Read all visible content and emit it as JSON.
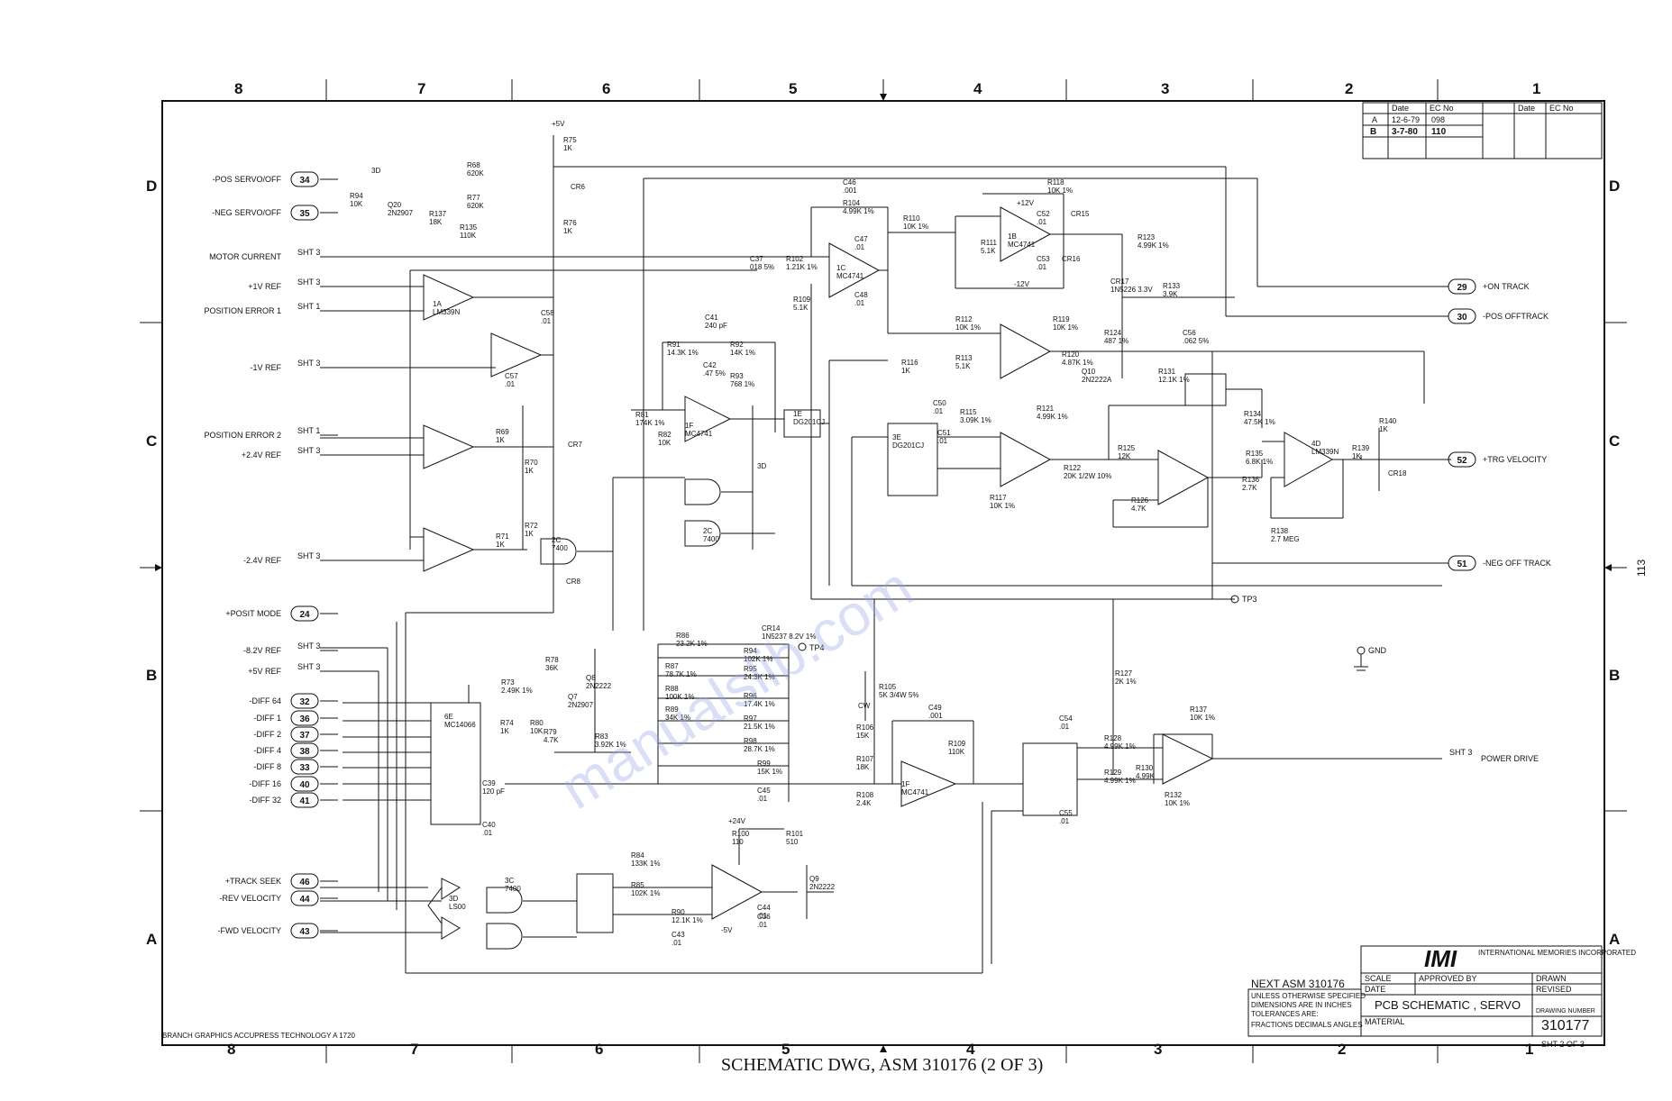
{
  "zones": {
    "top": [
      "8",
      "7",
      "6",
      "5",
      "4",
      "3",
      "2",
      "1"
    ],
    "bottom": [
      "8",
      "7",
      "6",
      "5",
      "4",
      "3",
      "2",
      "1"
    ],
    "left": [
      "D",
      "C",
      "B",
      "A"
    ],
    "right": [
      "D",
      "C",
      "B",
      "A"
    ]
  },
  "revision_block": {
    "headers": [
      "Date",
      "EC No"
    ],
    "rows": [
      {
        "rev": "A",
        "date": "12-6-79",
        "ec": "098"
      },
      {
        "rev": "B",
        "date": "3-7-80",
        "ec": "110"
      }
    ]
  },
  "inputs": [
    {
      "label": "-POS SERVO/OFF",
      "pin": "34"
    },
    {
      "label": "-NEG SERVO/OFF",
      "pin": "35"
    },
    {
      "label": "MOTOR CURRENT",
      "ref": "SHT 3"
    },
    {
      "label": "+1V REF",
      "ref": "SHT 3"
    },
    {
      "label": "POSITION ERROR 1",
      "ref": "SHT 1"
    },
    {
      "label": "-1V REF",
      "ref": "SHT 3"
    },
    {
      "label": "POSITION ERROR 2",
      "ref": "SHT 1"
    },
    {
      "label": "+2.4V REF",
      "ref": "SHT 3"
    },
    {
      "label": "-2.4V REF",
      "ref": "SHT 3"
    },
    {
      "label": "+POSIT MODE",
      "pin": "24"
    },
    {
      "label": "-8.2V REF",
      "ref": "SHT 3"
    },
    {
      "label": "+5V REF",
      "ref": "SHT 3"
    },
    {
      "label": "-DIFF 64",
      "pin": "32"
    },
    {
      "label": "-DIFF 1",
      "pin": "36"
    },
    {
      "label": "-DIFF 2",
      "pin": "37"
    },
    {
      "label": "-DIFF 4",
      "pin": "38"
    },
    {
      "label": "-DIFF 8",
      "pin": "33"
    },
    {
      "label": "-DIFF 16",
      "pin": "40"
    },
    {
      "label": "-DIFF 32",
      "pin": "41"
    },
    {
      "label": "+TRACK SEEK",
      "pin": "46"
    },
    {
      "label": "-REV VELOCITY",
      "pin": "44"
    },
    {
      "label": "-FWD VELOCITY",
      "pin": "43"
    }
  ],
  "outputs": [
    {
      "label": "+ON TRACK",
      "pin": "29"
    },
    {
      "label": "-POS OFFTRACK",
      "pin": "30"
    },
    {
      "label": "+TRG VELOCITY",
      "pin": "52"
    },
    {
      "label": "-NEG OFF TRACK",
      "pin": "51"
    },
    {
      "label": "POWER DRIVE",
      "ref": "SHT 3"
    }
  ],
  "testpoints": [
    "TP3",
    "TP4",
    "GND"
  ],
  "components": [
    {
      "ref": "R75",
      "value": "1K"
    },
    {
      "ref": "R76",
      "value": "1K"
    },
    {
      "ref": "CR6",
      "value": ""
    },
    {
      "ref": "R68",
      "value": "620K"
    },
    {
      "ref": "R77",
      "value": "620K"
    },
    {
      "ref": "R94",
      "value": "10K"
    },
    {
      "ref": "Q20",
      "value": "2N2907"
    },
    {
      "ref": "R137",
      "value": "18K"
    },
    {
      "ref": "R135",
      "value": "110K"
    },
    {
      "ref": "3D",
      "value": ""
    },
    {
      "ref": "1A",
      "value": "LM339N"
    },
    {
      "ref": "C46",
      "value": ".001"
    },
    {
      "ref": "R104",
      "value": "4.99K 1%"
    },
    {
      "ref": "R110",
      "value": "10K 1%"
    },
    {
      "ref": "R118",
      "value": "10K 1%"
    },
    {
      "ref": "C37",
      "value": "018 5%"
    },
    {
      "ref": "R102",
      "value": "1.21K 1%"
    },
    {
      "ref": "1C",
      "value": "MC4741"
    },
    {
      "ref": "C47",
      "value": ".01"
    },
    {
      "ref": "C48",
      "value": ".01"
    },
    {
      "ref": "R109",
      "value": "5.1K"
    },
    {
      "ref": "1B",
      "value": "MC4741"
    },
    {
      "ref": "R111",
      "value": "5.1K"
    },
    {
      "ref": "C52",
      "value": ".01"
    },
    {
      "ref": "C53",
      "value": ".01"
    },
    {
      "ref": "CR15",
      "value": ""
    },
    {
      "ref": "CR16",
      "value": ""
    },
    {
      "ref": "R123",
      "value": "4.99K 1%"
    },
    {
      "ref": "CR17",
      "value": "1N5226 3.3V"
    },
    {
      "ref": "R133",
      "value": "3.9K"
    },
    {
      "ref": "R112",
      "value": "10K 1%"
    },
    {
      "ref": "R119",
      "value": "10K 1%"
    },
    {
      "ref": "R124",
      "value": "487 1%"
    },
    {
      "ref": "R113",
      "value": "5.1K"
    },
    {
      "ref": "R120",
      "value": "4.87K 1%"
    },
    {
      "ref": "C56",
      "value": ".062 5%"
    },
    {
      "ref": "Q10",
      "value": "2N2222A"
    },
    {
      "ref": "R131",
      "value": "12.1K 1%"
    },
    {
      "ref": "R116",
      "value": "1K"
    },
    {
      "ref": "C41",
      "value": "240 pF"
    },
    {
      "ref": "R91",
      "value": "14.3K 1%"
    },
    {
      "ref": "R92",
      "value": "14K 1%"
    },
    {
      "ref": "C42",
      "value": ".47 5%"
    },
    {
      "ref": "R93",
      "value": "768 1%"
    },
    {
      "ref": "R81",
      "value": "174K 1%"
    },
    {
      "ref": "R82",
      "value": "10K"
    },
    {
      "ref": "1F",
      "value": "MC4741"
    },
    {
      "ref": "1E",
      "value": "DG201CJ"
    },
    {
      "ref": "C57",
      "value": ".01"
    },
    {
      "ref": "C58",
      "value": ".01"
    },
    {
      "ref": "R69",
      "value": "1K"
    },
    {
      "ref": "R70",
      "value": "1K"
    },
    {
      "ref": "CR7",
      "value": ""
    },
    {
      "ref": "R71",
      "value": "1K"
    },
    {
      "ref": "R72",
      "value": "1K"
    },
    {
      "ref": "2C",
      "value": "7400"
    },
    {
      "ref": "CR8",
      "value": ""
    },
    {
      "ref": "3D",
      "value": ""
    },
    {
      "ref": "2C",
      "value": "7400"
    },
    {
      "ref": "R134",
      "value": "47.5K 1%"
    },
    {
      "ref": "R136",
      "value": "2.7K"
    },
    {
      "ref": "R135",
      "value": "6.8K 1%"
    },
    {
      "ref": "R138",
      "value": "2.7 MEG"
    },
    {
      "ref": "4D",
      "value": "LM339N"
    },
    {
      "ref": "R139",
      "value": "1K"
    },
    {
      "ref": "R140",
      "value": "1K"
    },
    {
      "ref": "CR18",
      "value": ""
    },
    {
      "ref": "R125",
      "value": "12K"
    },
    {
      "ref": "R126",
      "value": "4.7K"
    },
    {
      "ref": "R121",
      "value": "4.99K 1%"
    },
    {
      "ref": "R122",
      "value": "20K 1/2W 10%"
    },
    {
      "ref": "R115",
      "value": "3.09K 1%"
    },
    {
      "ref": "C50",
      "value": ".01"
    },
    {
      "ref": "C51",
      "value": ".01"
    },
    {
      "ref": "R117",
      "value": "10K 1%"
    },
    {
      "ref": "3E",
      "value": "DG201CJ"
    },
    {
      "ref": "R86",
      "value": "23.2K 1%"
    },
    {
      "ref": "CR14",
      "value": "1N5237 8.2V 1%"
    },
    {
      "ref": "R78",
      "value": "36K"
    },
    {
      "ref": "Q8",
      "value": "2N2222"
    },
    {
      "ref": "Q7",
      "value": "2N2907"
    },
    {
      "ref": "R94",
      "value": "102K 1%"
    },
    {
      "ref": "R95",
      "value": "24.3K 1%"
    },
    {
      "ref": "R96",
      "value": "17.4K 1%"
    },
    {
      "ref": "R97",
      "value": "21.5K 1%"
    },
    {
      "ref": "R98",
      "value": "28.7K 1%"
    },
    {
      "ref": "R99",
      "value": "15K 1%"
    },
    {
      "ref": "R87",
      "value": "78.7K 1%"
    },
    {
      "ref": "R88",
      "value": "100K 1%"
    },
    {
      "ref": "R89",
      "value": "34K 1%"
    },
    {
      "ref": "R73",
      "value": "2.49K 1%"
    },
    {
      "ref": "R74",
      "value": "1K"
    },
    {
      "ref": "R79",
      "value": "4.7K"
    },
    {
      "ref": "R80",
      "value": "10K"
    },
    {
      "ref": "R83",
      "value": "3.92K 1%"
    },
    {
      "ref": "6E",
      "value": "MC14066"
    },
    {
      "ref": "C39",
      "value": "120 pF"
    },
    {
      "ref": "C40",
      "value": ".01"
    },
    {
      "ref": "R105",
      "value": "5K 3/4W 5%"
    },
    {
      "ref": "C49",
      "value": ".001"
    },
    {
      "ref": "R106",
      "value": "15K"
    },
    {
      "ref": "R107",
      "value": "18K"
    },
    {
      "ref": "R108",
      "value": "2.4K"
    },
    {
      "ref": "R109",
      "value": "110K"
    },
    {
      "ref": "1F",
      "value": "MC4741"
    },
    {
      "ref": "R127",
      "value": "2K 1%"
    },
    {
      "ref": "C54",
      "value": ".01"
    },
    {
      "ref": "C55",
      "value": ".01"
    },
    {
      "ref": "R128",
      "value": "4.99K 1%"
    },
    {
      "ref": "R129",
      "value": "4.99K 1%"
    },
    {
      "ref": "R130",
      "value": "4.99K"
    },
    {
      "ref": "R132",
      "value": "10K 1%"
    },
    {
      "ref": "R137",
      "value": "10K 1%"
    },
    {
      "ref": "C45",
      "value": ".01"
    },
    {
      "ref": "C43",
      "value": ".01"
    },
    {
      "ref": "C44",
      "value": ".01"
    },
    {
      "ref": "R84",
      "value": "133K 1%"
    },
    {
      "ref": "R85",
      "value": "102K 1%"
    },
    {
      "ref": "R90",
      "value": "12.1K 1%"
    },
    {
      "ref": "R100",
      "value": "110"
    },
    {
      "ref": "R101",
      "value": "510"
    },
    {
      "ref": "Q9",
      "value": "2N2222"
    },
    {
      "ref": "C36",
      "value": ".01"
    },
    {
      "ref": "3C",
      "value": "7400"
    },
    {
      "ref": "3D",
      "value": "LS00"
    }
  ],
  "supplies": [
    "+5V",
    "+12V",
    "-12V",
    "+24V",
    "-5V",
    "CW"
  ],
  "title_block": {
    "logo": "IMI",
    "company": "INTERNATIONAL MEMORIES INCORPORATED",
    "next_asm": "NEXT ASM 310176",
    "notes": [
      "UNLESS OTHERWISE SPECIFIED",
      "DIMENSIONS ARE IN INCHES",
      "TOLERANCES ARE:",
      "FRACTIONS  DECIMALS  ANGLES"
    ],
    "title": "PCB SCHEMATIC , SERVO",
    "drawing_number": "310177",
    "sheet": "SHT 2 OF 3",
    "fields": [
      "SCALE",
      "APPROVED BY",
      "DRAWN",
      "DATE",
      "REVISED",
      "MATERIAL",
      "DRAWING NUMBER"
    ]
  },
  "caption": "SCHEMATIC DWG, ASM 310176 (2 OF 3)",
  "page_number": "113",
  "printer_mark": "BRANCH GRAPHICS ACCUPRESS\nTECHNOLOGY  A  1720",
  "watermark": "manualslib.com"
}
